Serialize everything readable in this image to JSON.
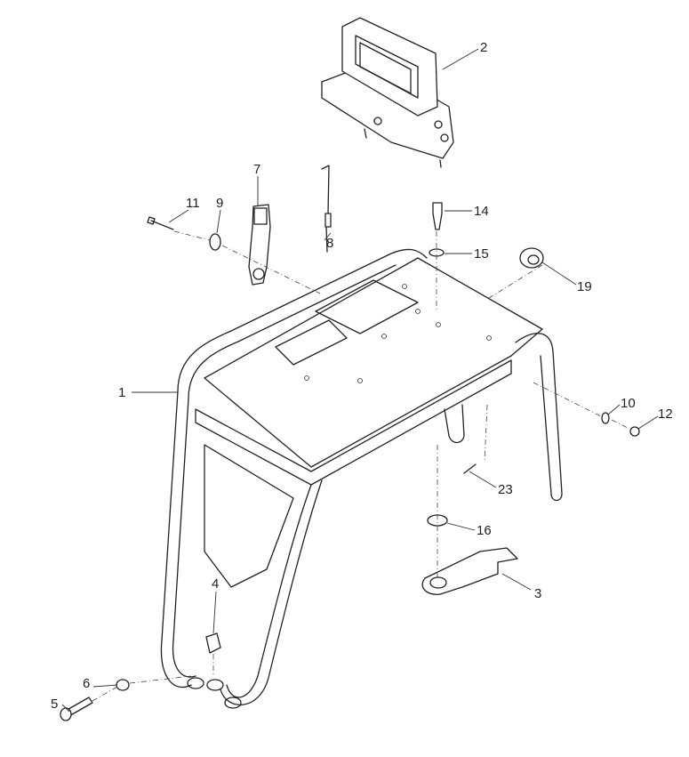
{
  "diagram": {
    "callouts": [
      "1",
      "2",
      "3",
      "4",
      "5",
      "6",
      "7",
      "8",
      "9",
      "10",
      "11",
      "12",
      "14",
      "15",
      "16",
      "19",
      "23"
    ]
  }
}
